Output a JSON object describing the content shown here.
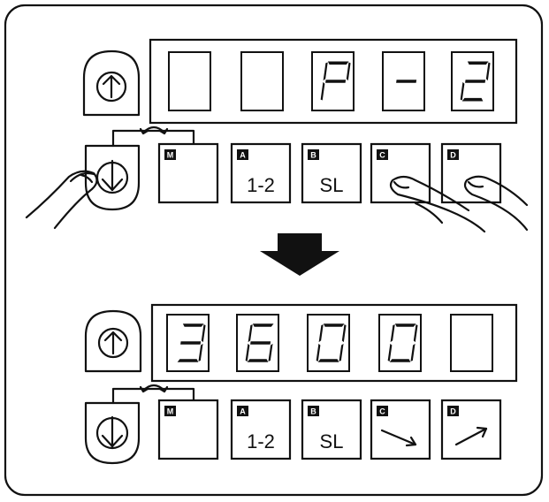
{
  "panels": [
    {
      "id": "top",
      "display_digits": [
        "",
        "",
        "P",
        "-",
        "2"
      ],
      "buttons": [
        {
          "letter": "M",
          "label": ""
        },
        {
          "letter": "A",
          "label": "1-2"
        },
        {
          "letter": "B",
          "label": "SL"
        },
        {
          "letter": "C",
          "label": ""
        },
        {
          "letter": "D",
          "label": ""
        }
      ],
      "pressed": [
        "down",
        "C",
        "D"
      ]
    },
    {
      "id": "bottom",
      "display_digits": [
        "3",
        "6",
        "0",
        "0",
        ""
      ],
      "buttons": [
        {
          "letter": "M",
          "label": ""
        },
        {
          "letter": "A",
          "label": "1-2"
        },
        {
          "letter": "B",
          "label": "SL"
        },
        {
          "letter": "C",
          "label": "",
          "icon": "arrow-down-right-icon"
        },
        {
          "letter": "D",
          "label": "",
          "icon": "arrow-up-right-icon"
        }
      ],
      "pressed": []
    }
  ],
  "icons": {
    "up_key": "arrow-up-icon",
    "down_key": "arrow-down-icon",
    "link": "link-arc-icon",
    "transition": "arrow-down-solid-icon",
    "finger": "finger-icon"
  },
  "colors": {
    "ink": "#111111",
    "background": "#ffffff"
  }
}
